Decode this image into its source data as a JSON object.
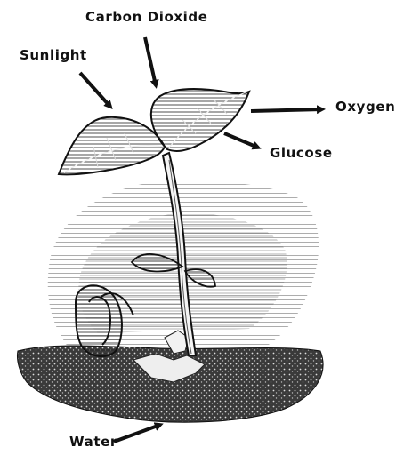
{
  "labels": {
    "carbon_dioxide": "Carbon Dioxide",
    "sunlight": "Sunlight",
    "oxygen": "Oxygen",
    "glucose": "Glucose",
    "water": "Water"
  },
  "colors": {
    "ink": "#111111",
    "background": "#ffffff"
  }
}
